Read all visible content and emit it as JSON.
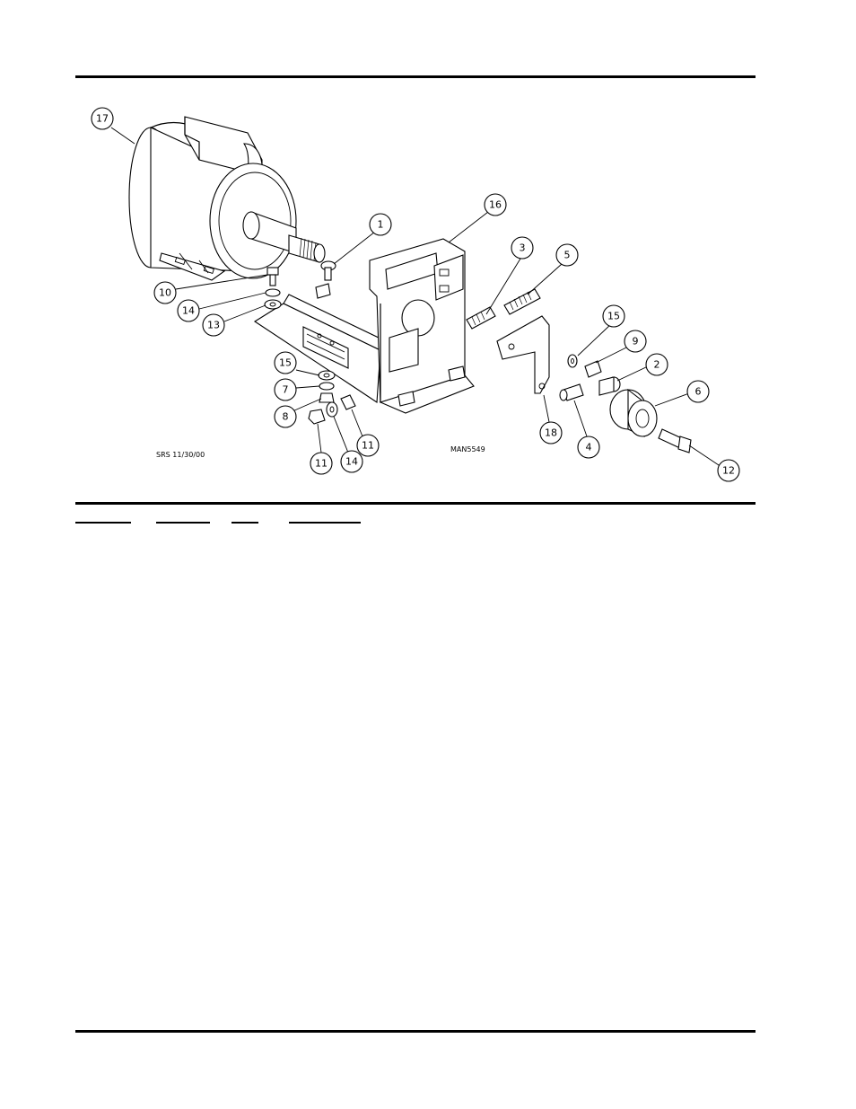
{
  "diagram": {
    "callouts": [
      "17",
      "16",
      "1",
      "3",
      "5",
      "10",
      "14",
      "13",
      "15",
      "9",
      "2",
      "6",
      "15",
      "7",
      "8",
      "11",
      "14",
      "11",
      "18",
      "4",
      "12"
    ],
    "note_left": "SRS 11/30/00",
    "note_right": "MAN5549"
  }
}
